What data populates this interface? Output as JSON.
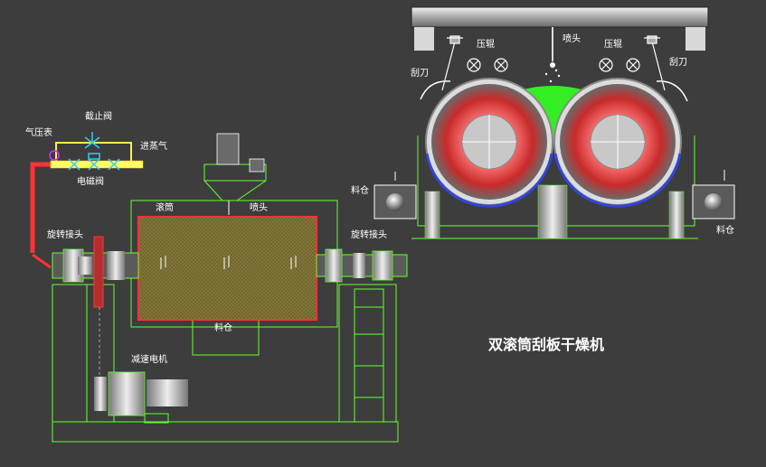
{
  "title": "双滚筒刮板干燥机",
  "left_view": {
    "pressure_gauge": "气压表",
    "stop_valve": "截止阀",
    "steam_inlet": "进蒸气",
    "solenoid_valve": "电磁阀",
    "drum": "滚筒",
    "nozzle": "喷头",
    "rotary_joint_left": "旋转接头",
    "rotary_joint_right": "旋转接头",
    "hopper": "料仓",
    "gear_motor": "减速电机"
  },
  "right_view": {
    "nozzle": "喷头",
    "press_roller_left": "压辊",
    "press_roller_right": "压辊",
    "scraper_left": "刮刀",
    "scraper_right": "刮刀",
    "hopper_left": "料仓",
    "hopper_right": "料仓"
  },
  "colors": {
    "background": "#3d3d3d",
    "line": "#66ff33",
    "drum_fill": "#7a6a2a",
    "drum_border": "#ff3333",
    "steam_pipe": "#ff3333",
    "valve": "#33ccff",
    "text": "#ffffff"
  }
}
